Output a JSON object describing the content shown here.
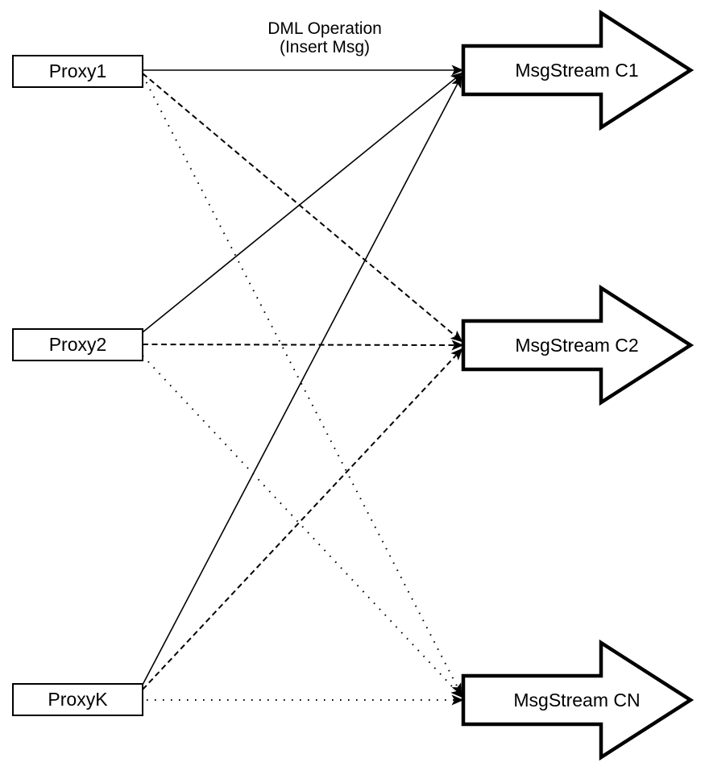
{
  "diagram": {
    "title": {
      "line1": "DML Operation",
      "line2": "(Insert Msg)"
    },
    "proxies": [
      {
        "id": "proxy1",
        "label": "Proxy1"
      },
      {
        "id": "proxy2",
        "label": "Proxy2"
      },
      {
        "id": "proxyK",
        "label": "ProxyK"
      }
    ],
    "streams": [
      {
        "id": "c1",
        "label": "MsgStream C1"
      },
      {
        "id": "c2",
        "label": "MsgStream C2"
      },
      {
        "id": "cn",
        "label": "MsgStream CN"
      }
    ],
    "connections": [
      {
        "from": "Proxy1",
        "to": "MsgStream C1",
        "style": "solid"
      },
      {
        "from": "Proxy1",
        "to": "MsgStream C2",
        "style": "dashed"
      },
      {
        "from": "Proxy1",
        "to": "MsgStream CN",
        "style": "dotted"
      },
      {
        "from": "Proxy2",
        "to": "MsgStream C1",
        "style": "solid"
      },
      {
        "from": "Proxy2",
        "to": "MsgStream C2",
        "style": "dashed"
      },
      {
        "from": "Proxy2",
        "to": "MsgStream CN",
        "style": "dotted"
      },
      {
        "from": "ProxyK",
        "to": "MsgStream C1",
        "style": "solid"
      },
      {
        "from": "ProxyK",
        "to": "MsgStream C2",
        "style": "dashed"
      },
      {
        "from": "ProxyK",
        "to": "MsgStream CN",
        "style": "dotted"
      }
    ],
    "colors": {
      "line": "#000000",
      "fill": "#ffffff",
      "text": "#000000"
    }
  }
}
